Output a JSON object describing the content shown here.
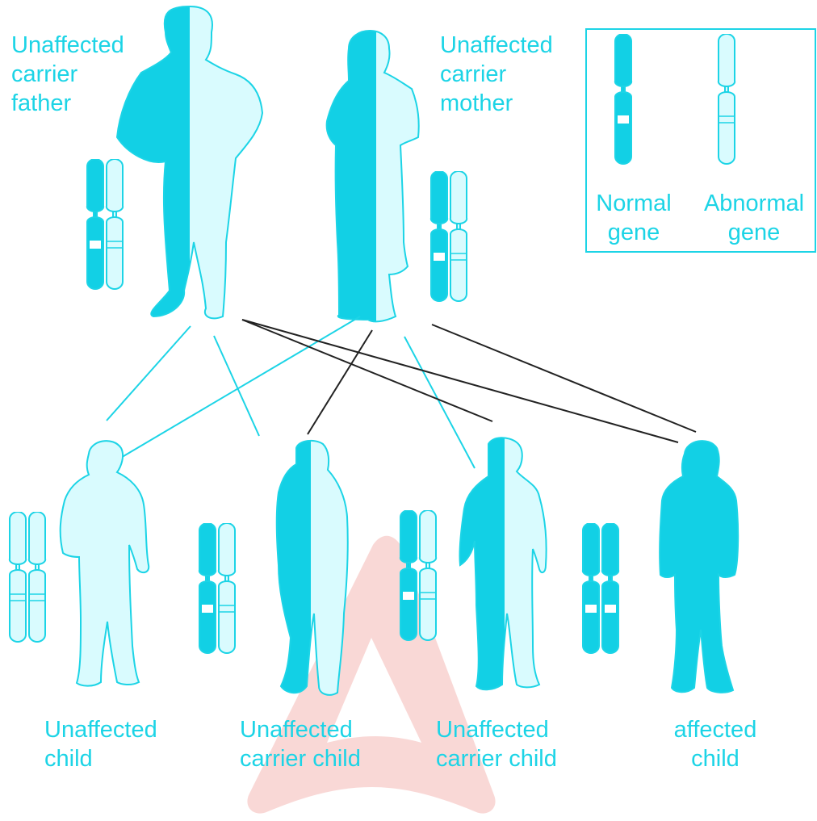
{
  "colors": {
    "normal": "#12d0e5",
    "abnormal": "#d9fbfe",
    "outline": "#1cd4e6",
    "link_line": "#222222",
    "text": "#1cd4e6",
    "watermark": "#f6c8c4"
  },
  "parents": {
    "father": {
      "line1": "Unaffected",
      "line2": "carrier",
      "line3": "father"
    },
    "mother": {
      "line1": "Unaffected",
      "line2": "carrier",
      "line3": "mother"
    }
  },
  "legend": {
    "normal": {
      "line1": "Normal",
      "line2": "gene"
    },
    "abnormal": {
      "line1": "Abnormal",
      "line2": "gene"
    }
  },
  "children": [
    {
      "line1": "Unaffected",
      "line2": "child"
    },
    {
      "line1": "Unaffected",
      "line2": "carrier child"
    },
    {
      "line1": "Unaffected",
      "line2": "carrier child"
    },
    {
      "line1": "affected",
      "line2": "child"
    }
  ]
}
